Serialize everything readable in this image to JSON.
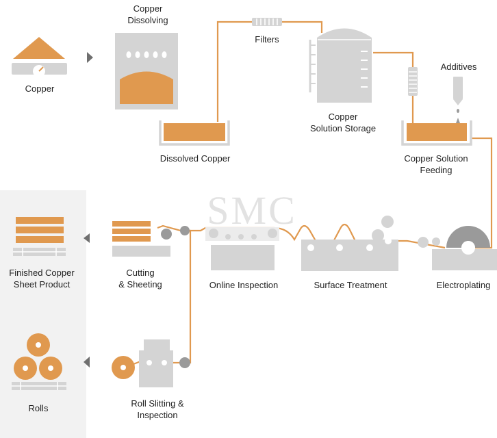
{
  "labels": {
    "copper": "Copper",
    "dissolving": [
      "Copper",
      "Dissolving"
    ],
    "dissolved_copper": "Dissolved Copper",
    "filters": "Filters",
    "solution_storage": [
      "Copper",
      "Solution Storage"
    ],
    "additives": "Additives",
    "solution_feeding": [
      "Copper Solution",
      "Feeding"
    ],
    "electroplating": "Electroplating",
    "surface_treatment": "Surface Treatment",
    "online_inspection": "Online Inspection",
    "cutting_sheeting": [
      "Cutting",
      "& Sheeting"
    ],
    "finished_product": [
      "Finished Copper",
      "Sheet Product"
    ],
    "roll_slitting": [
      "Roll Slitting &",
      "Inspection"
    ],
    "rolls": "Rolls"
  },
  "watermark": "SMC",
  "colors": {
    "copper": "#e0994f",
    "grey": "#d4d4d4",
    "dark_grey": "#9a9a9a",
    "panel": "#f2f2f2",
    "text": "#222222"
  },
  "icons": [
    "copper-pile-icon",
    "dissolving-tank-icon",
    "dissolved-copper-tray-icon",
    "filter-icon",
    "storage-tank-icon",
    "additives-dropper-icon",
    "feeding-tray-icon",
    "electroplating-drum-icon",
    "surface-treatment-icon",
    "online-inspection-icon",
    "cutting-sheeting-icon",
    "finished-sheets-icon",
    "roll-slitting-icon",
    "rolls-icon",
    "flow-arrow-icon"
  ]
}
